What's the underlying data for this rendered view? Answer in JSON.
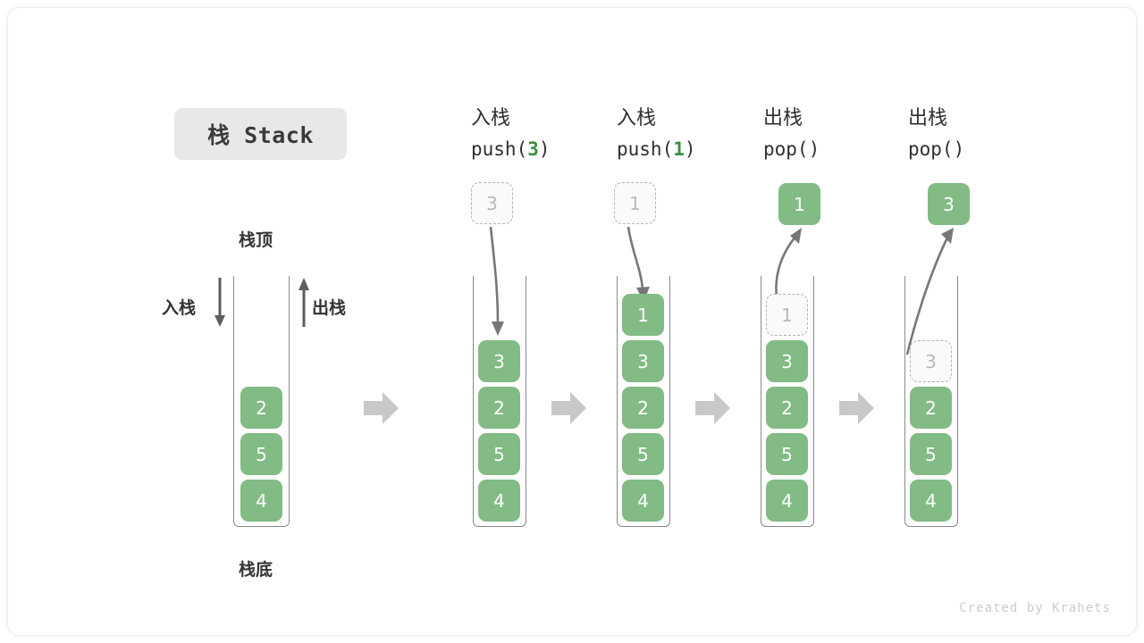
{
  "title_badge": {
    "label": "栈 Stack"
  },
  "colors": {
    "cell_fill": "#82bb84",
    "accent_green": "#3e8e41",
    "ghost_border": "#b2b2b2",
    "ghost_text": "#b9b9b9",
    "frame": "#8a8a8a",
    "sep_arrow": "#c8c8c8",
    "badge_bg": "#e8e8e8",
    "text": "#333333"
  },
  "legend_stack": {
    "top_label": "栈顶",
    "bottom_label": "栈底",
    "push_label": "入栈",
    "pop_label": "出栈",
    "cells": [
      "2",
      "5",
      "4"
    ]
  },
  "steps": [
    {
      "op_cn": "入栈",
      "op_code_prefix": "push(",
      "op_code_arg": "3",
      "op_code_suffix": ")",
      "floating": {
        "value": "3",
        "style": "ghost",
        "position": "above"
      },
      "arrow": "down-into-stack",
      "cells": [
        {
          "value": "3",
          "style": "filled"
        },
        {
          "value": "2",
          "style": "filled"
        },
        {
          "value": "5",
          "style": "filled"
        },
        {
          "value": "4",
          "style": "filled"
        }
      ]
    },
    {
      "op_cn": "入栈",
      "op_code_prefix": "push(",
      "op_code_arg": "1",
      "op_code_suffix": ")",
      "floating": {
        "value": "1",
        "style": "ghost",
        "position": "above"
      },
      "arrow": "down-into-stack",
      "cells": [
        {
          "value": "1",
          "style": "filled"
        },
        {
          "value": "3",
          "style": "filled"
        },
        {
          "value": "2",
          "style": "filled"
        },
        {
          "value": "5",
          "style": "filled"
        },
        {
          "value": "4",
          "style": "filled"
        }
      ]
    },
    {
      "op_cn": "出栈",
      "op_code_prefix": "pop(",
      "op_code_arg": "",
      "op_code_suffix": ")",
      "floating": {
        "value": "1",
        "style": "filled",
        "position": "above"
      },
      "arrow": "up-out-of-stack",
      "cells": [
        {
          "value": "1",
          "style": "ghost"
        },
        {
          "value": "3",
          "style": "filled"
        },
        {
          "value": "2",
          "style": "filled"
        },
        {
          "value": "5",
          "style": "filled"
        },
        {
          "value": "4",
          "style": "filled"
        }
      ]
    },
    {
      "op_cn": "出栈",
      "op_code_prefix": "pop(",
      "op_code_arg": "",
      "op_code_suffix": ")",
      "floating": {
        "value": "3",
        "style": "filled",
        "position": "above"
      },
      "arrow": "up-out-of-stack",
      "cells": [
        {
          "value": "3",
          "style": "ghost"
        },
        {
          "value": "2",
          "style": "filled"
        },
        {
          "value": "5",
          "style": "filled"
        },
        {
          "value": "4",
          "style": "filled"
        }
      ]
    }
  ],
  "separators": [
    "→",
    "→",
    "→",
    "→"
  ],
  "footer": {
    "credit": "Created by Krahets"
  }
}
